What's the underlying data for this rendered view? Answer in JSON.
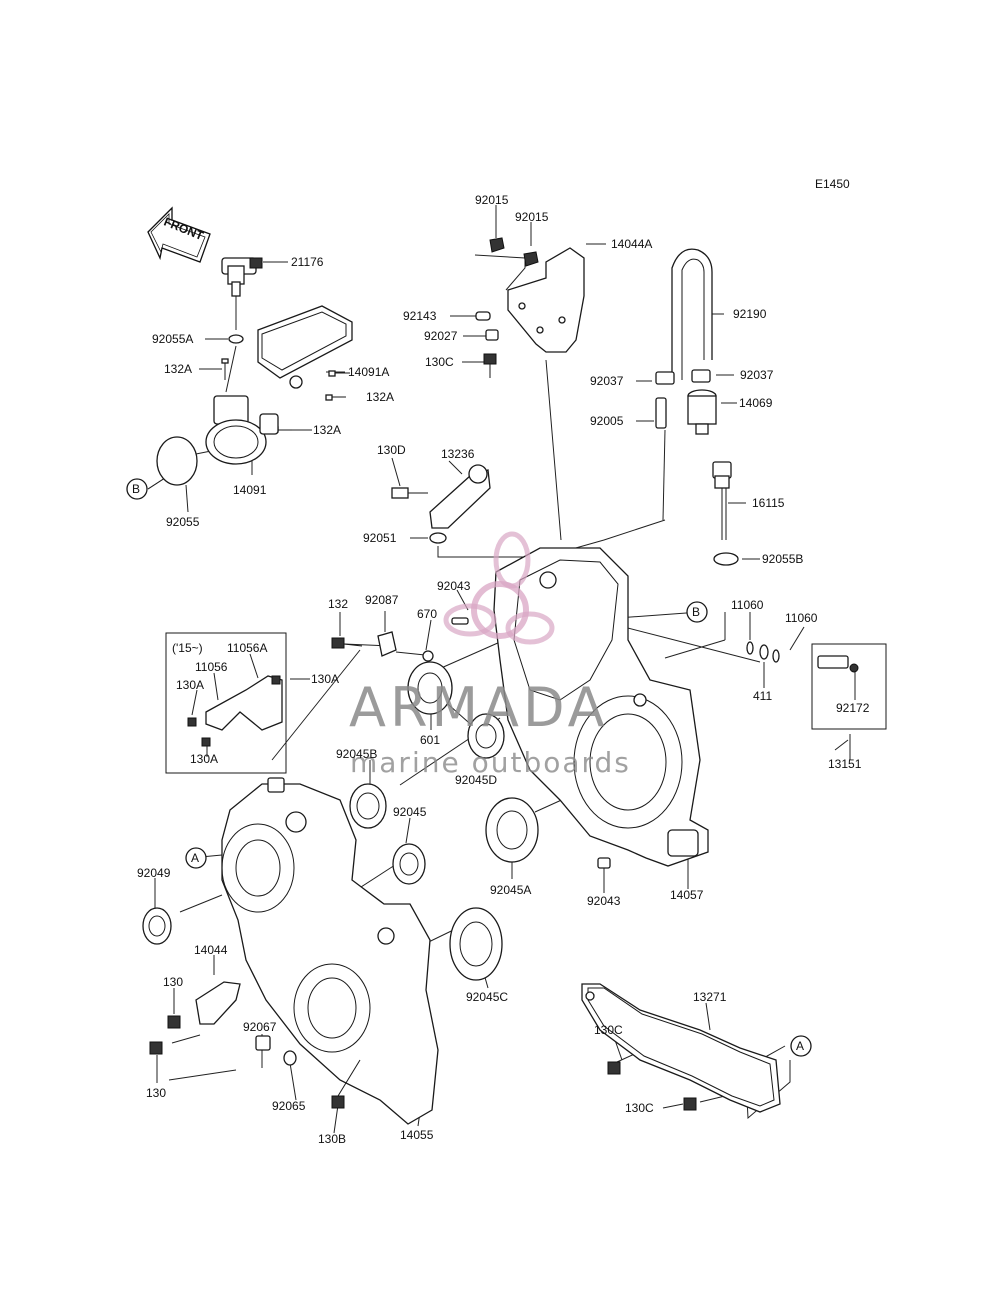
{
  "diagram_code": "E1450",
  "front_arrow": "FRONT",
  "watermark": {
    "title": "ARMADA",
    "subtitle": "marine outboards",
    "accent": "#d9a6c4",
    "text_color": "#8a8a8a"
  },
  "variant_label": "('15~)",
  "callouts": {
    "A": "A",
    "B": "B"
  },
  "parts": {
    "p21176": "21176",
    "p92055A": "92055A",
    "p132A_1": "132A",
    "p132A_2": "132A",
    "p132A_3": "132A",
    "p14091A": "14091A",
    "p14091": "14091",
    "p92055": "92055",
    "p92015_1": "92015",
    "p92015_2": "92015",
    "p14044A": "14044A",
    "p92143": "92143",
    "p92027": "92027",
    "p130C_1": "130C",
    "p92190": "92190",
    "p92037_1": "92037",
    "p92037_2": "92037",
    "p14069": "14069",
    "p92005": "92005",
    "p130D": "130D",
    "p13236": "13236",
    "p92051": "92051",
    "p16115": "16115",
    "p92055B": "92055B",
    "p92043_1": "92043",
    "p670": "670",
    "p132": "132",
    "p92087": "92087",
    "p11060_1": "11060",
    "p11060_2": "11060",
    "p411": "411",
    "p92172": "92172",
    "p13151": "13151",
    "p11056A": "11056A",
    "p11056": "11056",
    "p130A_1": "130A",
    "p130A_2": "130A",
    "p130A_3": "130A",
    "p601": "601",
    "p92045B": "92045B",
    "p92045D": "92045D",
    "p92045": "92045",
    "p92045A": "92045A",
    "p92043_2": "92043",
    "p14057": "14057",
    "p92049": "92049",
    "p14044": "14044",
    "p130_1": "130",
    "p130_2": "130",
    "p92067": "92067",
    "p92065": "92065",
    "p130B": "130B",
    "p14055": "14055",
    "p92045C": "92045C",
    "p13271": "13271",
    "p130C_2": "130C",
    "p130C_3": "130C"
  }
}
